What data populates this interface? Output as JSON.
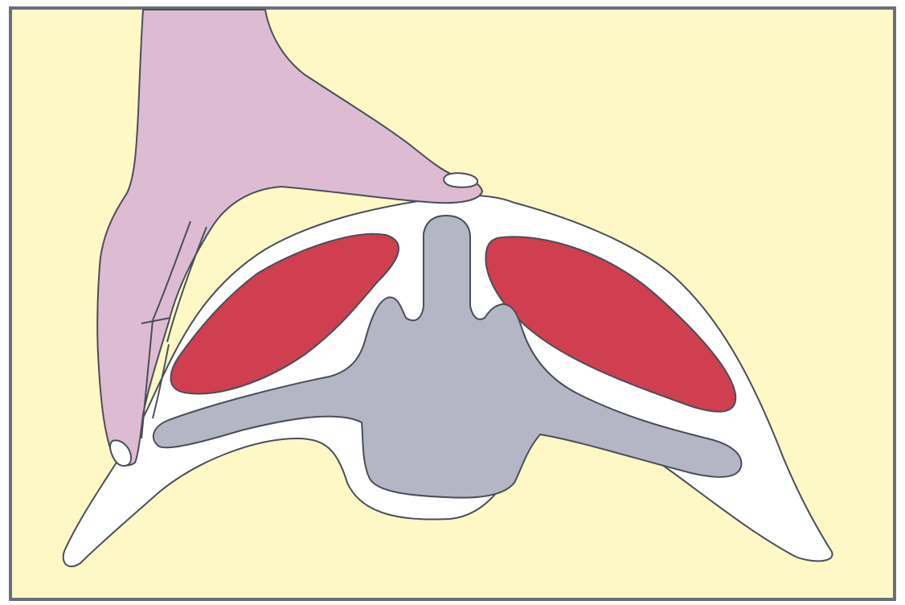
{
  "figure": {
    "colors": {
      "page": "#ffffff",
      "frame_border": "#6b6f78",
      "background": "#fdf8c6",
      "outline": "#4a4e58",
      "soft_tissue": "#ffffff",
      "hand": "#ddbcd3",
      "muscle": "#cf3f4f",
      "bone": "#b5b6c5"
    },
    "parts": [
      "background",
      "soft-tissue",
      "left-muscle",
      "right-muscle",
      "bone",
      "hand",
      "thumb-nail"
    ]
  }
}
